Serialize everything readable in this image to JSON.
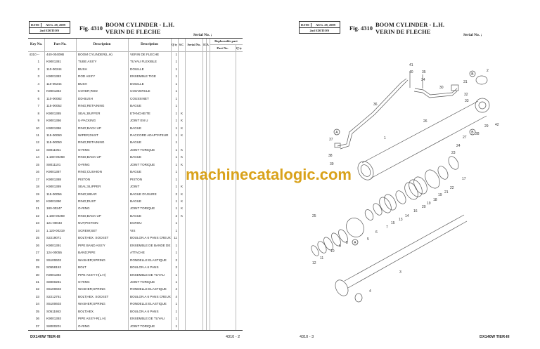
{
  "left_page": {
    "date_label": "DATE",
    "date_value": "AUG. 28, 2009",
    "edition": "2nd EDITION",
    "fig": "Fig. 4310",
    "title_en": "BOOM CYLINDER - L.H.",
    "title_fr": "VERIN DE FLECHE",
    "serial": "Serial No. ;",
    "headers": {
      "key_no": "Key No.",
      "part_no": "Part No.",
      "description": "Description",
      "description_fr": "Description",
      "qty": "Q'ty",
      "sc": "S.C",
      "serial_no": "Serial No.",
      "ica": "ICA",
      "replaceable": "Replaceable part",
      "rep_part_no": "Part No.",
      "rep_qty": "Q'ty"
    },
    "rows": [
      [
        "4310 --",
        "440-00409B",
        "BOOM CYLINDER(L.H)",
        "VERIN DE FLECHE",
        "1",
        ""
      ],
      [
        "1",
        "K9001381",
        "TUBE ASS'Y",
        "TUYAU FLEXIBLE",
        "1",
        ""
      ],
      [
        "2",
        "110-00244",
        "BUSH",
        "DOUILLE",
        "1",
        ""
      ],
      [
        "3",
        "K9001383",
        "ROD ASS'Y",
        "ENSEMBLE TIGE",
        "1",
        ""
      ],
      [
        "4",
        "110-00244",
        "BUSH",
        "DOUILLE",
        "1",
        ""
      ],
      [
        "5",
        "K9001384",
        "COVER;ROD",
        "COUVERCLE",
        "1",
        ""
      ],
      [
        "6",
        "110-00082",
        "DD-BUSH",
        "COUSSINET",
        "1",
        ""
      ],
      [
        "7",
        "115-00052",
        "RING;RETAINING",
        "BAGUE",
        "1",
        ""
      ],
      [
        "8",
        "K9001385",
        "SEAL;BUFFER",
        "ETANCHEITE",
        "1",
        "K"
      ],
      [
        "9",
        "K9001386",
        "U-PACKING",
        "JOINT EN U",
        "1",
        "K"
      ],
      [
        "10",
        "K9001386",
        "RING;BACK UP",
        "BAGUE",
        "1",
        "K"
      ],
      [
        "11",
        "115-00060",
        "WIPER;DUST",
        "RACCORD ADAPTATEUR",
        "1",
        "K"
      ],
      [
        "12",
        "115-00050",
        "RING;RETAINING",
        "BAGUE",
        "1",
        ""
      ],
      [
        "13",
        "S8011051",
        "O-RING",
        "JOINT TORIQUE",
        "1",
        "K"
      ],
      [
        "14",
        "1.180-00268",
        "RING;BACK UP",
        "BAGUE",
        "1",
        "K"
      ],
      [
        "15",
        "S8011101",
        "O-RING",
        "JOINT TORIQUE",
        "1",
        "K"
      ],
      [
        "16",
        "K9001387",
        "RING;CUSHION",
        "BAGUE",
        "1",
        ""
      ],
      [
        "17",
        "K9001388",
        "PISTON",
        "PISTON",
        "1",
        ""
      ],
      [
        "18",
        "K9001389",
        "SEAL;SLIPPER",
        "JOINT",
        "1",
        "K"
      ],
      [
        "19",
        "115-00056",
        "RING;WEAR",
        "BAGUE D'USURE",
        "2",
        "K"
      ],
      [
        "20",
        "K9001390",
        "RING;DUST",
        "BAGUE",
        "1",
        "K"
      ],
      [
        "21",
        "180-00247",
        "O-RING",
        "JOINT TORIQUE",
        "1",
        "K"
      ],
      [
        "22",
        "1.180-00269",
        "RING;BACK UP",
        "BAGUE",
        "2",
        "K"
      ],
      [
        "23",
        "121-00043",
        "NUT;PISTION",
        "ECROU",
        "1",
        ""
      ],
      [
        "24",
        "1.120-00219",
        "SCREW;SET",
        "VIS",
        "1",
        ""
      ],
      [
        "25",
        "S2219071",
        "BOLT;HEX. SOCKET",
        "BOULON A 6 PANS CREUX",
        "11",
        ""
      ],
      [
        "26",
        "K9001391",
        "PIPE BAND ASS'Y",
        "ENSEMBLE DE BANDE DE",
        "1",
        ""
      ],
      [
        "27",
        "124-00055",
        "BAND;PIPE",
        "ATTACHE",
        "1",
        ""
      ],
      [
        "28",
        "S5100603",
        "WASHER;SPRING",
        "RONDELLE ELASTIQUE",
        "2",
        ""
      ],
      [
        "29",
        "S0558153",
        "BOLT",
        "BOULON A 6 PANS",
        "2",
        ""
      ],
      [
        "30",
        "K9001392",
        "PIPE ASS'Y-H(L.H)",
        "ENSEMBLE DE TUYAU",
        "1",
        ""
      ],
      [
        "31",
        "S8000281",
        "O-RING",
        "JOINT TORIQUE",
        "1",
        ""
      ],
      [
        "32",
        "S5100603",
        "WASHER;SPRING",
        "RONDELLE ELASTIQUE",
        "4",
        ""
      ],
      [
        "33",
        "S2212761",
        "BOLT;HEX. SOCKET",
        "BOULON A 6 PANS CREUX",
        "4",
        ""
      ],
      [
        "34",
        "S5100603",
        "WASHER;SPRING",
        "RONDELLE ELASTIQUE",
        "1",
        ""
      ],
      [
        "35",
        "S0511863",
        "BOLT;HEX.",
        "BOULON A 6 PANS",
        "1",
        ""
      ],
      [
        "36",
        "K9001393",
        "PIPE ASS'Y-R(L.H)",
        "ENSEMBLE DE TUYAU",
        "1",
        ""
      ],
      [
        "37",
        "S8000201",
        "O-RING",
        "JOINT TORIQUE",
        "1",
        ""
      ]
    ],
    "footer_model": "DX140W TIER-III",
    "page_number": "4310 - 2"
  },
  "right_page": {
    "date_label": "DATE",
    "date_value": "AUG. 28, 2009",
    "edition": "2nd EDITION",
    "fig": "Fig. 4310",
    "title_en": "BOOM CYLINDER - L.H.",
    "title_fr": "VERIN DE FLECHE",
    "serial": "Serial No. ;",
    "callouts": [
      "41",
      "40",
      "35",
      "34",
      "2",
      "31",
      "30",
      "32",
      "33",
      "36",
      "26",
      "29",
      "28",
      "42",
      "27",
      "1",
      "37",
      "38",
      "39",
      "24",
      "23",
      "17",
      "22",
      "21",
      "19",
      "18",
      "19",
      "20",
      "16",
      "14",
      "13",
      "15",
      "7",
      "6",
      "5",
      "25",
      "8",
      "9",
      "10",
      "11",
      "12",
      "3",
      "4"
    ],
    "markers": [
      "A",
      "A",
      "B",
      "B"
    ],
    "footer_model": "DX140W TIER-III",
    "page_number": "4310 - 3"
  },
  "watermark": "machinecatalogic.com"
}
